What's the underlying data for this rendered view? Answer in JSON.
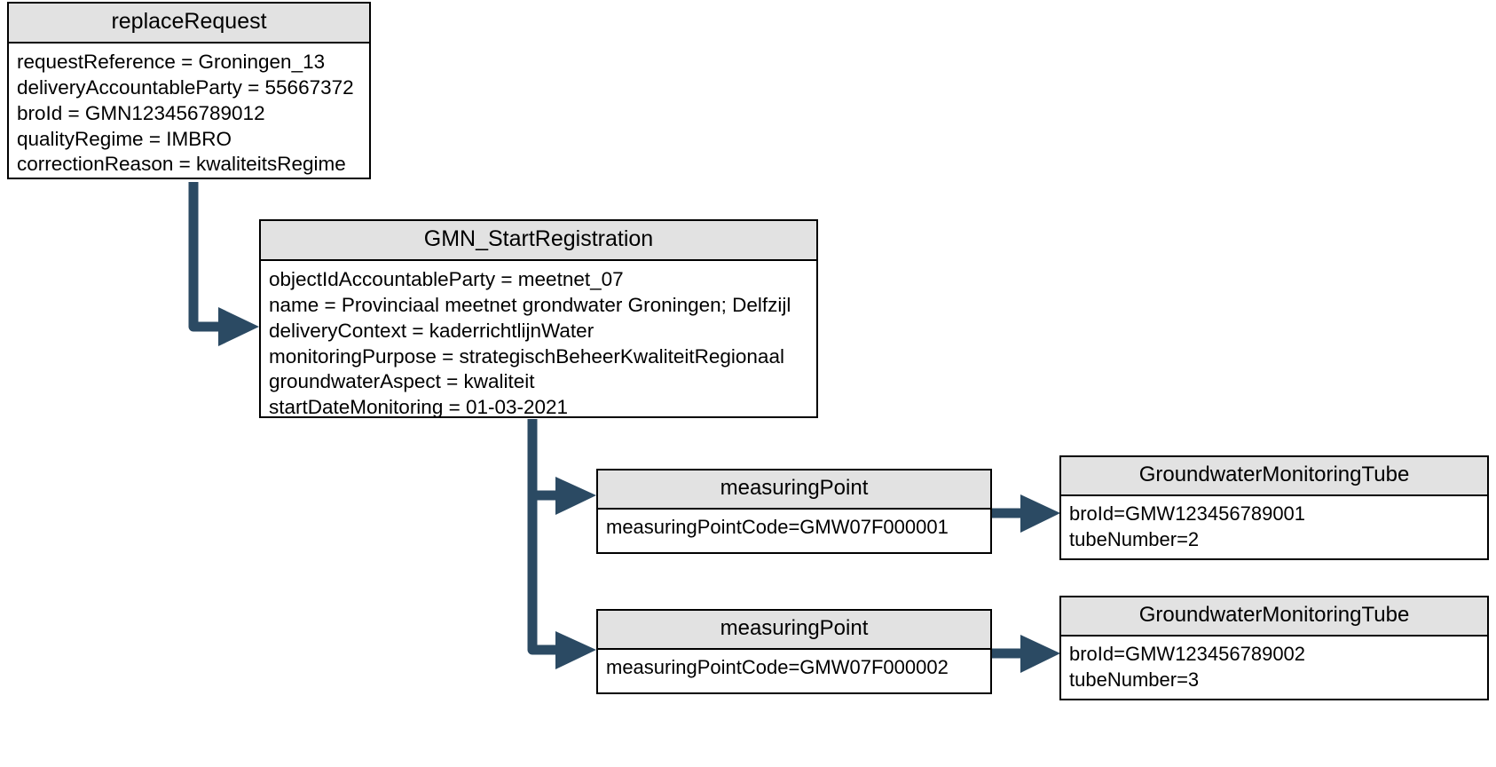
{
  "diagram": {
    "title": "replaceRequest GMN_StartRegistration object diagram",
    "accent_color": "#2b4a63",
    "header_fill": "#e2e2e2",
    "border_color": "#000000",
    "background": "#ffffff"
  },
  "boxes": {
    "replace_request": {
      "title": "replaceRequest",
      "attributes": [
        "requestReference = Groningen_13",
        "deliveryAccountableParty = 55667372",
        "broId = GMN123456789012",
        "qualityRegime = IMBRO",
        "correctionReason = kwaliteitsRegime"
      ]
    },
    "gmn_start_registration": {
      "title": "GMN_StartRegistration",
      "attributes": [
        "objectIdAccountableParty = meetnet_07",
        "name = Provinciaal meetnet grondwater Groningen; Delfzijl",
        "deliveryContext = kaderrichtlijnWater",
        "monitoringPurpose = strategischBeheerKwaliteitRegionaal",
        "groundwaterAspect = kwaliteit",
        "startDateMonitoring = 01-03-2021"
      ]
    },
    "measuring_point_1": {
      "title": "measuringPoint",
      "attributes": [
        "measuringPointCode=GMW07F000001"
      ]
    },
    "measuring_point_2": {
      "title": "measuringPoint",
      "attributes": [
        "measuringPointCode=GMW07F000002"
      ]
    },
    "tube_1": {
      "title": "GroundwaterMonitoringTube",
      "attributes": [
        "broId=GMW123456789001",
        "tubeNumber=2"
      ]
    },
    "tube_2": {
      "title": "GroundwaterMonitoringTube",
      "attributes": [
        "broId=GMW123456789002",
        "tubeNumber=3"
      ]
    }
  },
  "connectors": [
    {
      "name": "replace-request-to-start-registration",
      "from": "replace_request",
      "to": "gmn_start_registration"
    },
    {
      "name": "start-registration-to-measuring-point-1",
      "from": "gmn_start_registration",
      "to": "measuring_point_1"
    },
    {
      "name": "start-registration-to-measuring-point-2",
      "from": "gmn_start_registration",
      "to": "measuring_point_2"
    },
    {
      "name": "measuring-point-1-to-tube-1",
      "from": "measuring_point_1",
      "to": "tube_1"
    },
    {
      "name": "measuring-point-2-to-tube-2",
      "from": "measuring_point_2",
      "to": "tube_2"
    }
  ]
}
